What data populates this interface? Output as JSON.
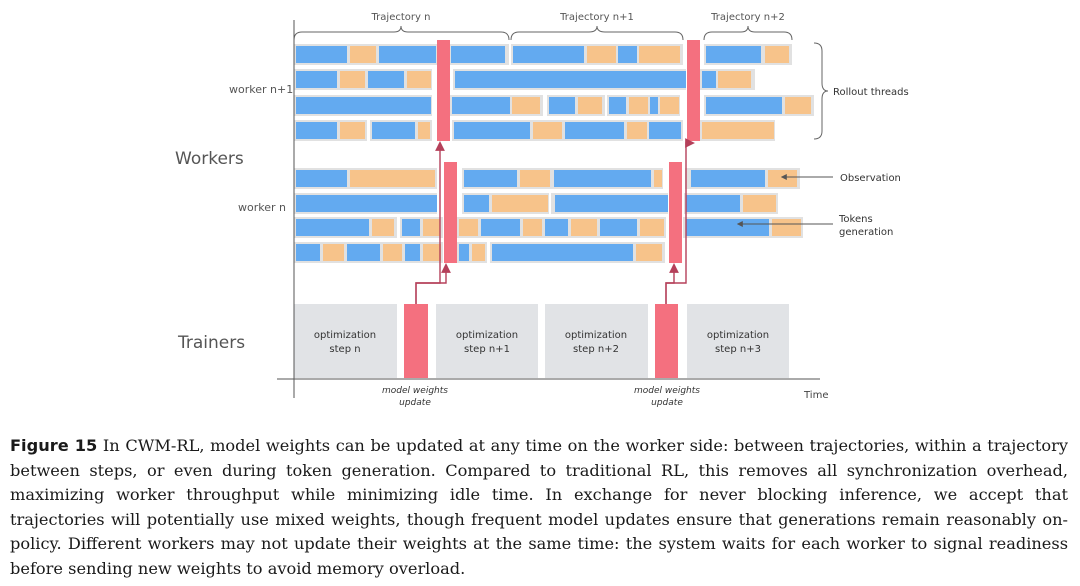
{
  "figure": {
    "trajectories": [
      "Trajectory n",
      "Trajectory n+1",
      "Trajectory n+2"
    ],
    "workers_label": "Workers",
    "worker_np1_label": "worker n+1",
    "worker_n_label": "worker n",
    "trainers_label": "Trainers",
    "rollout_threads_label": "Rollout threads",
    "observation_label": "Observation",
    "tokens_generation_label": [
      "Tokens",
      "generation"
    ],
    "opt_steps": [
      [
        "optimization",
        "step n"
      ],
      [
        "optimization",
        "step n+1"
      ],
      [
        "optimization",
        "step n+2"
      ],
      [
        "optimization",
        "step n+3"
      ]
    ],
    "model_weights_update_label": [
      "model weights",
      "update"
    ],
    "time_label": "Time",
    "colors": {
      "token_generation": "#63aaf0",
      "observation": "#f7c38a",
      "weight_update": "#f4707f",
      "thread_background": "#e1e1e1",
      "trainer_box": "#e1e3e6",
      "arrow": "#b5405a",
      "text": "#555555"
    }
  },
  "caption": {
    "label": "Figure 15",
    "text": "In CWM-RL, model weights can be updated at any time on the worker side: between trajectories, within a trajectory between steps, or even during token generation. Compared to traditional RL, this removes all synchronization overhead, maximizing worker throughput while minimizing idle time. In exchange for never blocking inference, we accept that trajectories will potentially use mixed weights, though frequent model updates ensure that generations remain reasonably on-policy. Different workers may not update their weights at the same time: the system waits for each worker to signal readiness before sending new weights to avoid memory overload."
  }
}
